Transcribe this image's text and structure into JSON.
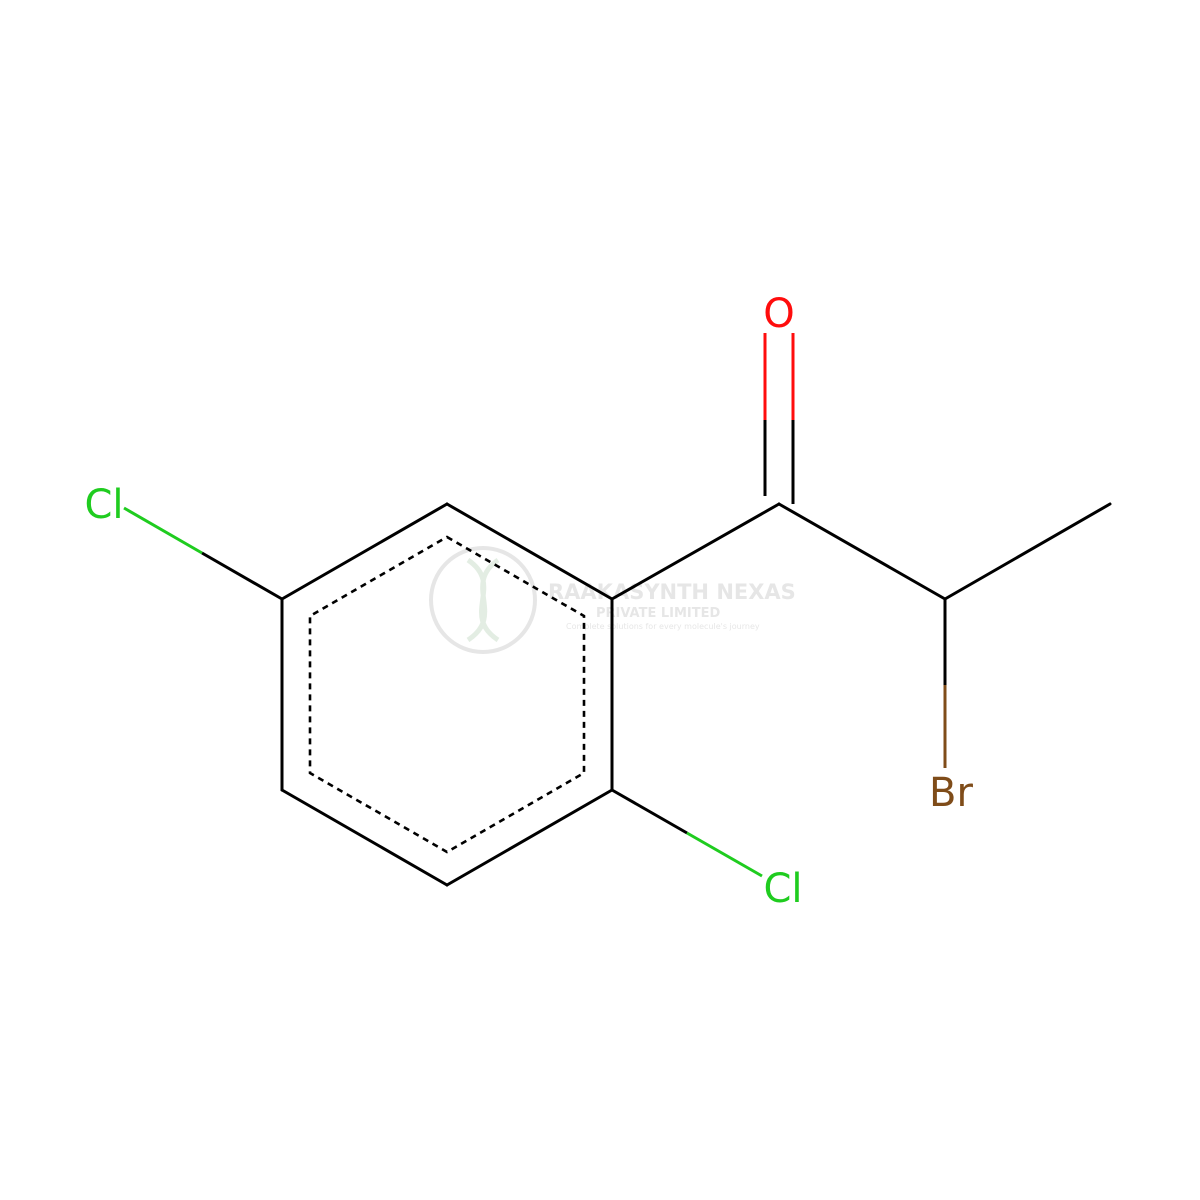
{
  "atoms": {
    "oxygen": "O",
    "bromine": "Br",
    "chlorine_top": "Cl",
    "chlorine_bottom": "Cl"
  },
  "colors": {
    "bond": "#000000",
    "oxygen": "#FF0D0D",
    "chlorine": "#1FCC1F",
    "bromine": "#7F4C19",
    "watermark": "#d2d2d2"
  },
  "watermark": {
    "title": "RAAKASYNTH NEXAS",
    "subtitle": "PRIVATE LIMITED",
    "tagline": "Complete solutions for every molecule's journey"
  }
}
